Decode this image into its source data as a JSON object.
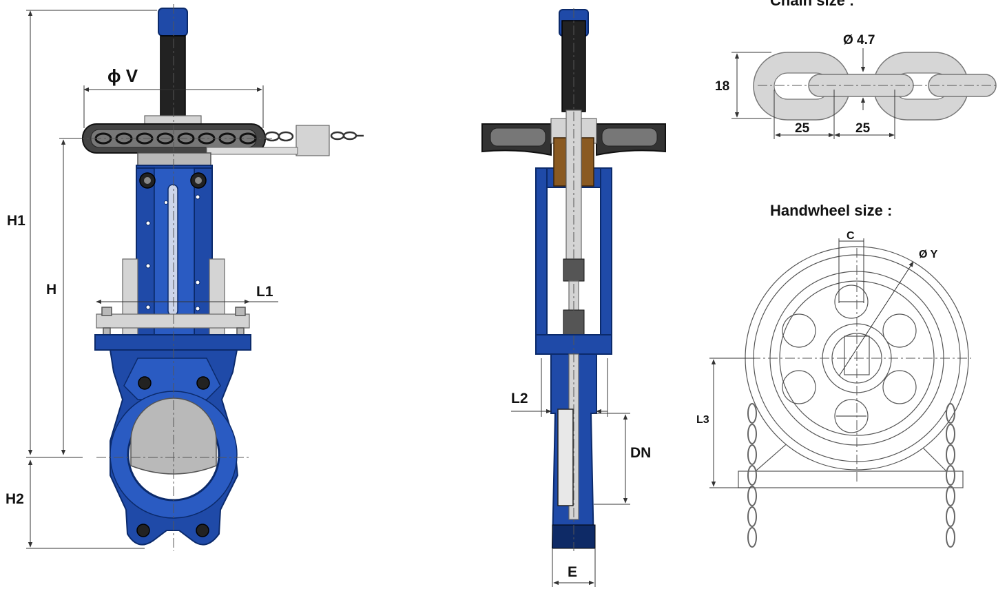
{
  "front_view": {
    "labels": {
      "h1": "H1",
      "h": "H",
      "h2": "H2",
      "l1": "L1",
      "phi_v": "ϕ V"
    }
  },
  "side_view": {
    "labels": {
      "l2": "L2",
      "dn": "DN",
      "e": "E"
    }
  },
  "chain_detail": {
    "title": "Chain size :",
    "diameter": "Ø 4.7",
    "height": "18",
    "pitch_left": "25",
    "pitch_right": "25"
  },
  "handwheel_detail": {
    "title": "Handwheel size :",
    "c": "C",
    "diameter": "Ø Y",
    "l3": "L3"
  },
  "colors": {
    "valve_body": "#1f4aa8",
    "gate_plate": "#b9b9b9",
    "stem": "#222222"
  }
}
